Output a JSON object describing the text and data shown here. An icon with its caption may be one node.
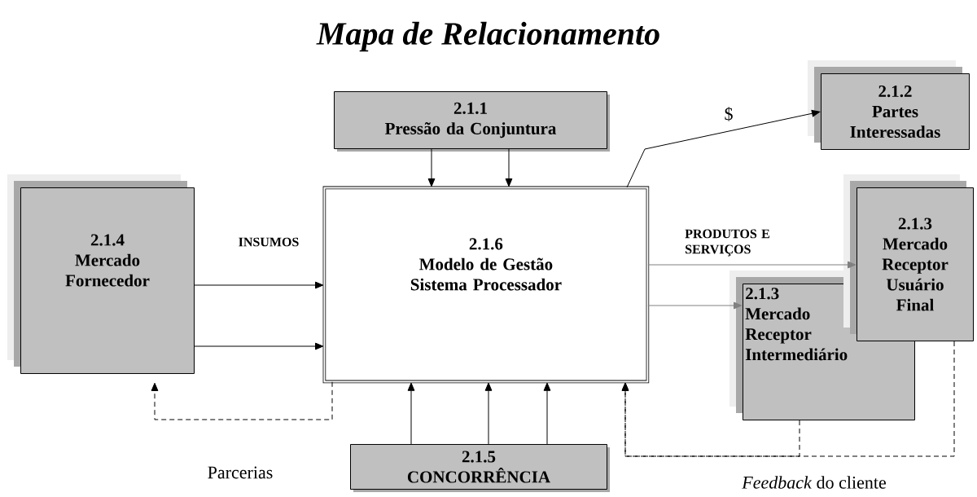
{
  "diagram": {
    "title": "Mapa de Relacionamento",
    "nodes": [
      {
        "text": [
          "2.1.1",
          "Pressão da Conjuntura"
        ]
      },
      {
        "text": [
          "2.1.2",
          "Partes Interessadas"
        ]
      },
      {
        "text": [
          "2.1.4",
          "Mercado Fornecedor"
        ]
      },
      {
        "text": [
          "2.1.6",
          "Modelo de Gestão Sistema Processador"
        ]
      },
      {
        "text": [
          "2.1.3",
          "Mercado Receptor Usuário Final"
        ]
      },
      {
        "text": [
          "2.1.3",
          "Mercado Receptor Intermediário"
        ]
      },
      {
        "text": [
          "2.1.5",
          "CONCORRÊNCIA"
        ]
      }
    ],
    "edges": [
      {
        "from": 0,
        "to": 3,
        "arrow": "to"
      },
      {
        "from": 0,
        "to": 3,
        "arrow": "to"
      },
      {
        "from": 3,
        "to": 1,
        "arrow": "to",
        "label": "$"
      },
      {
        "from": 2,
        "to": 3,
        "arrow": "to",
        "label": "INSUMOS"
      },
      {
        "from": 2,
        "to": 3,
        "arrow": "to"
      },
      {
        "from": 3,
        "to": 4,
        "arrow": "to",
        "label": "PRODUTOS E SERVIÇOS",
        "color": "#808080"
      },
      {
        "from": 3,
        "to": 5,
        "arrow": "to",
        "color": "#808080"
      },
      {
        "from": 6,
        "to": 3,
        "arrow": "to"
      },
      {
        "from": 6,
        "to": 3,
        "arrow": "to"
      },
      {
        "from": 6,
        "to": 3,
        "arrow": "to"
      },
      {
        "from": 3,
        "to": 2,
        "arrow": "to",
        "style": "dashed",
        "label": "Parcerias"
      },
      {
        "from": 5,
        "to": 3,
        "arrow": "to",
        "style": "dashed",
        "label": "*Feedback* do cliente"
      },
      {
        "from": 4,
        "to": 3,
        "arrow": "to",
        "style": "dashed"
      }
    ]
  }
}
